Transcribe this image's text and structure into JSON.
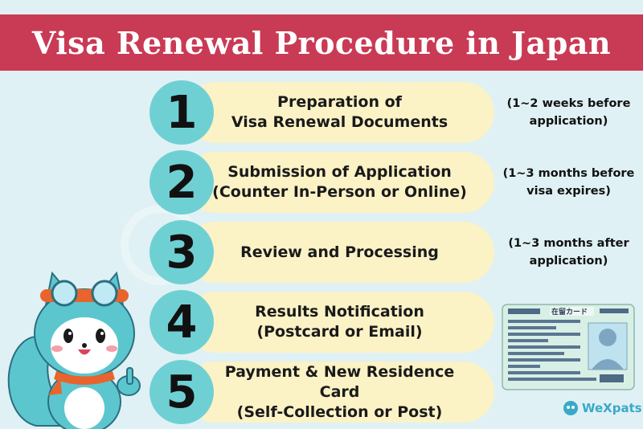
{
  "title": "Visa Renewal Procedure in Japan",
  "watermark_text": "WeXpats",
  "steps": [
    {
      "number": "1",
      "label": "Preparation of\nVisa Renewal Documents",
      "note": "(1~2 weeks before\napplication)"
    },
    {
      "number": "2",
      "label": "Submission of Application\n(Counter In-Person or Online)",
      "note": "(1~3 months before\nvisa expires)"
    },
    {
      "number": "3",
      "label": "Review and Processing",
      "note": "(1~3 months after\napplication)"
    },
    {
      "number": "4",
      "label": "Results Notification\n(Postcard or Email)",
      "note": ""
    },
    {
      "number": "5",
      "label": "Payment & New Residence Card\n(Self-Collection or Post)",
      "note": ""
    }
  ],
  "card_header": "在留カード",
  "logo_text": "WeXpats",
  "colors": {
    "header": "#c93a55",
    "background": "#dff1f4",
    "pill": "#fbf2c6",
    "circle": "#6fd0d4",
    "logo": "#3aa9c9"
  },
  "icons": {
    "mascot": "squirrel-mascot-icon",
    "card": "residence-card-icon",
    "logo": "wexpats-logo-icon"
  }
}
